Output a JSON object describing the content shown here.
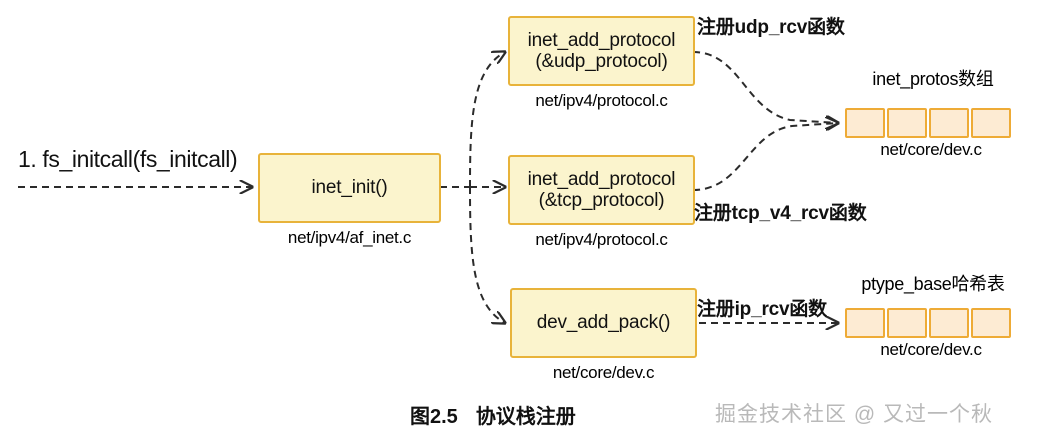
{
  "diagram": {
    "title": "协议栈注册",
    "figure_number": "图2.5",
    "watermark": "掘金技术社区 @ 又过一个秋",
    "entry_label": "1. fs_initcall(fs_initcall)",
    "nodes": [
      {
        "id": "inet-init",
        "line1": "inet_init()",
        "line2": "",
        "file": "net/ipv4/af_inet.c"
      },
      {
        "id": "udp-protocol",
        "line1": "inet_add_protocol",
        "line2": "(&udp_protocol)",
        "file": "net/ipv4/protocol.c"
      },
      {
        "id": "tcp-protocol",
        "line1": "inet_add_protocol",
        "line2": "(&tcp_protocol)",
        "file": "net/ipv4/protocol.c"
      },
      {
        "id": "dev-add-pack",
        "line1": "dev_add_pack()",
        "line2": "",
        "file": "net/core/dev.c"
      }
    ],
    "edge_labels": [
      {
        "id": "udp",
        "text": "注册udp_rcv函数"
      },
      {
        "id": "tcp",
        "text": "注册tcp_v4_rcv函数"
      },
      {
        "id": "ip",
        "text": "注册ip_rcv函数"
      }
    ],
    "arrays": [
      {
        "id": "inet-protos",
        "title": "inet_protos数组",
        "file": "net/core/dev.c",
        "cells": [
          "",
          "",
          "",
          ""
        ]
      },
      {
        "id": "ptype-base",
        "title": "ptype_base哈希表",
        "file": "net/core/dev.c",
        "cells": [
          "",
          "",
          "",
          ""
        ]
      }
    ],
    "colors": {
      "box_fill": "#fbf4cd",
      "box_border": "#e8b33a",
      "cell_fill": "#fdebd3",
      "cell_border": "#eeab36",
      "connector": "#2b2b2b",
      "watermark": "#b9b9b9"
    }
  }
}
